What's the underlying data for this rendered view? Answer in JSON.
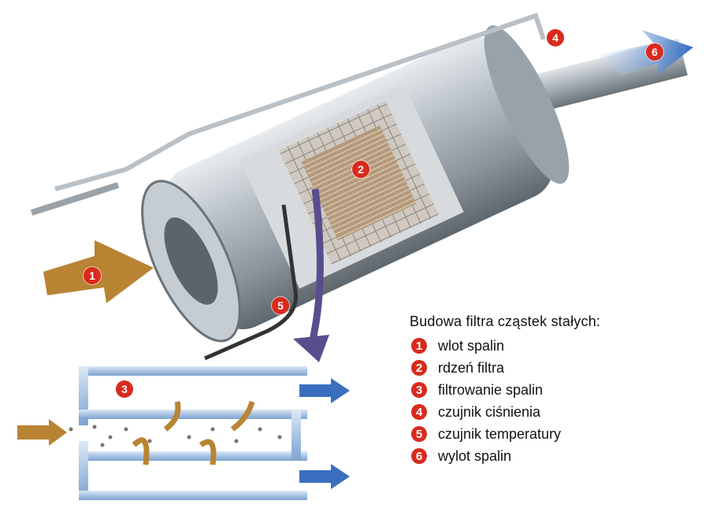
{
  "legend": {
    "title": "Budowa filtra cząstek stałych:",
    "items": [
      {
        "num": "1",
        "label": "wlot spalin"
      },
      {
        "num": "2",
        "label": "rdzeń filtra"
      },
      {
        "num": "3",
        "label": "filtrowanie spalin"
      },
      {
        "num": "4",
        "label": "czujnik ciśnienia"
      },
      {
        "num": "5",
        "label": "czujnik temperatury"
      },
      {
        "num": "6",
        "label": "wylot spalin"
      }
    ]
  },
  "markers": [
    "1",
    "2",
    "3",
    "4",
    "5",
    "6"
  ],
  "colors": {
    "marker": "#d92a1c",
    "inlet_arrow": "#b88434",
    "outlet_arrow": "#3a6fc0",
    "channel": "#a9c4e4"
  }
}
